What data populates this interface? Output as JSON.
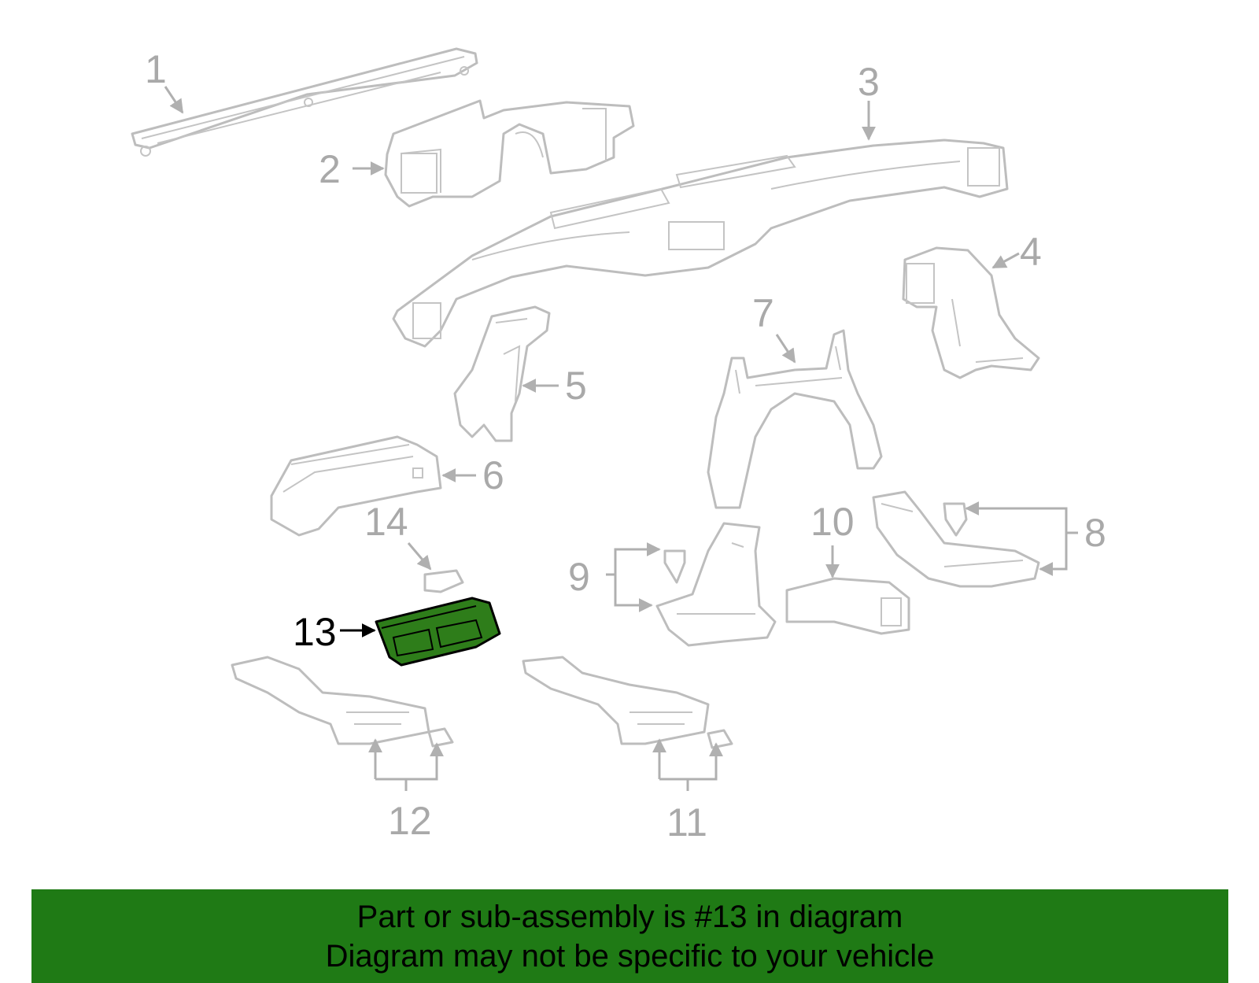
{
  "diagram": {
    "callouts": [
      "1",
      "2",
      "3",
      "4",
      "5",
      "6",
      "7",
      "8",
      "9",
      "10",
      "11",
      "12",
      "13",
      "14"
    ],
    "highlighted_part": "13",
    "colors": {
      "highlight_fill": "#2e7d1a",
      "highlight_stroke": "#000000",
      "part_stroke": "#bdbdbd",
      "label_gray": "#a9a9a9",
      "banner": "#1f7a15"
    }
  },
  "footer": {
    "line1": "Part or sub-assembly is #13 in diagram",
    "line2": "Diagram may not be specific to your vehicle"
  }
}
